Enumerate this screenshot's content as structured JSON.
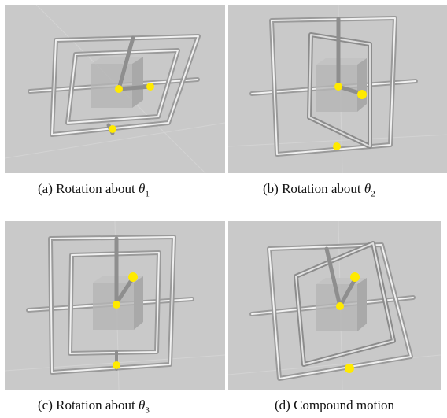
{
  "figure": {
    "panels": [
      {
        "id": "a",
        "label": "(a)",
        "caption": "Rotation about",
        "symbol": "θ",
        "subscript": "1"
      },
      {
        "id": "b",
        "label": "(b)",
        "caption": "Rotation about",
        "symbol": "θ",
        "subscript": "2"
      },
      {
        "id": "c",
        "label": "(c)",
        "caption": "Rotation about",
        "symbol": "θ",
        "subscript": "3"
      },
      {
        "id": "d",
        "label": "(d)",
        "caption": "Compound motion"
      }
    ],
    "colors": {
      "background": "#c9c9c9",
      "frame_rod": "#a9a9a9",
      "frame_highlight": "#efefef",
      "cube": "#b7b7b7",
      "joint": "#ffea00"
    }
  }
}
